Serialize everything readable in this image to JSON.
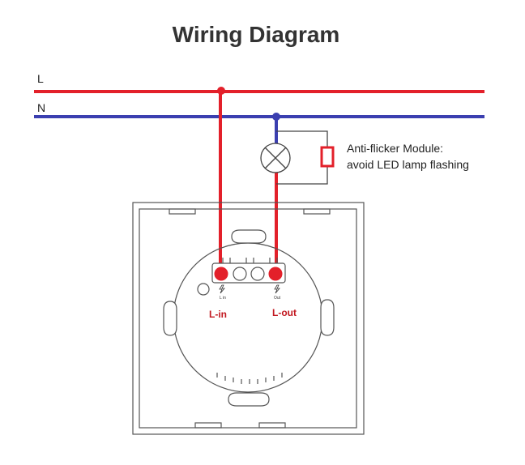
{
  "title": "Wiring Diagram",
  "lines": {
    "live": {
      "label": "L",
      "color": "#e3202a"
    },
    "neutral": {
      "label": "N",
      "color": "#3b3fb0"
    }
  },
  "module": {
    "line1": "Anti-flicker Module:",
    "line2": "avoid LED lamp flashing",
    "color": "#e3202a"
  },
  "switch": {
    "terminal_in_label": "L-in",
    "terminal_out_label": "L-out",
    "terminal_in_small": "L in",
    "terminal_out_small": "Out",
    "outline_color": "#555555"
  }
}
